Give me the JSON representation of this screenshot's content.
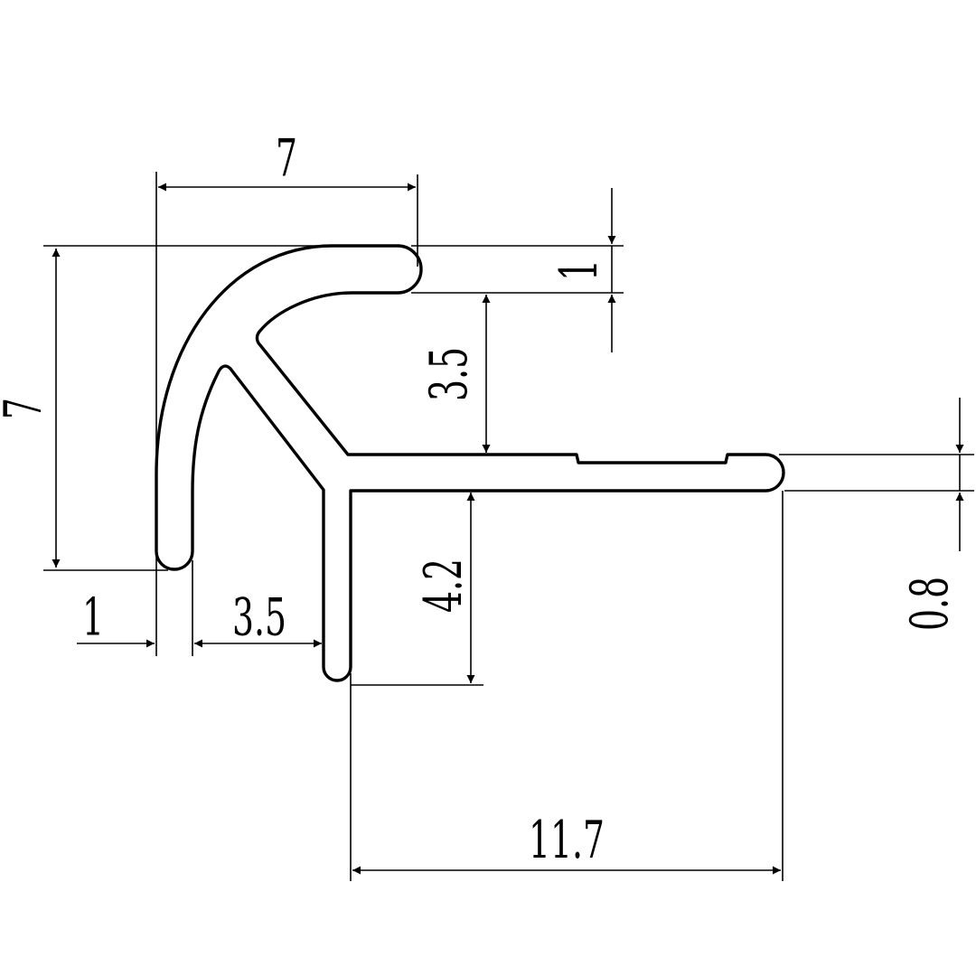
{
  "dimensions": {
    "top_width": "7",
    "left_height": "7",
    "lip_thickness": "1",
    "inner_height": "3.5",
    "leg_height": "4.2",
    "flange_thickness": "0.8",
    "left_wall": "1",
    "inner_gap": "3.5",
    "flange_length": "11.7"
  },
  "colors": {
    "line": "#000000",
    "background": "#ffffff"
  }
}
